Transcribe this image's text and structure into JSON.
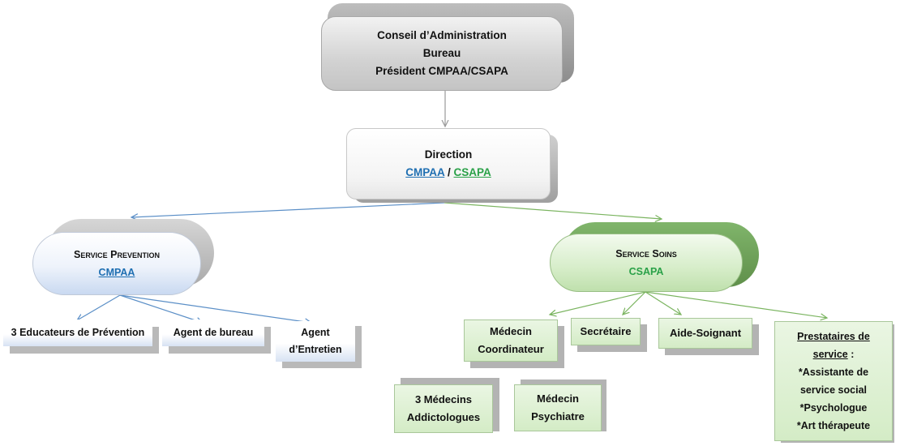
{
  "top": {
    "line1": "Conseil d’Administration",
    "line2": "Bureau",
    "line3": "Président CMPAA/CSAPA"
  },
  "direction": {
    "title": "Direction",
    "cmpaa": "CMPAA",
    "separator": " / ",
    "csapa": "CSAPA"
  },
  "prevention": {
    "title": "Service Prevention",
    "sub": "CMPAA",
    "items": {
      "educateurs": "3 Educateurs de Prévention",
      "agent_bureau": "Agent de bureau",
      "agent_entretien_1": "Agent",
      "agent_entretien_2": "d’Entretien"
    }
  },
  "soins": {
    "title": "Service Soins",
    "sub": "CSAPA",
    "items": {
      "medecin_coord_1": "Médecin",
      "medecin_coord_2": "Coordinateur",
      "secretaire": "Secrétaire",
      "aide_soignant": "Aide-Soignant",
      "prestataires_title_1": "Prestataires de",
      "prestataires_title_2": "service",
      "prestataires_colon": " :",
      "prestataires_1": "*Assistante de",
      "prestataires_2": "service social",
      "prestataires_3": "*Psychologue",
      "prestataires_4": "*Art thérapeute",
      "medecins_addicto_1": "3 Médecins",
      "medecins_addicto_2": "Addictologues",
      "medecin_psy_1": "Médecin",
      "medecin_psy_2": "Psychiatre"
    }
  },
  "colors": {
    "blue_link": "#1f6fb2",
    "green_link": "#2aa148",
    "blue_arrow": "#5b8fc7",
    "green_arrow": "#7ab45f",
    "gray_arrow": "#9a9a9a"
  }
}
